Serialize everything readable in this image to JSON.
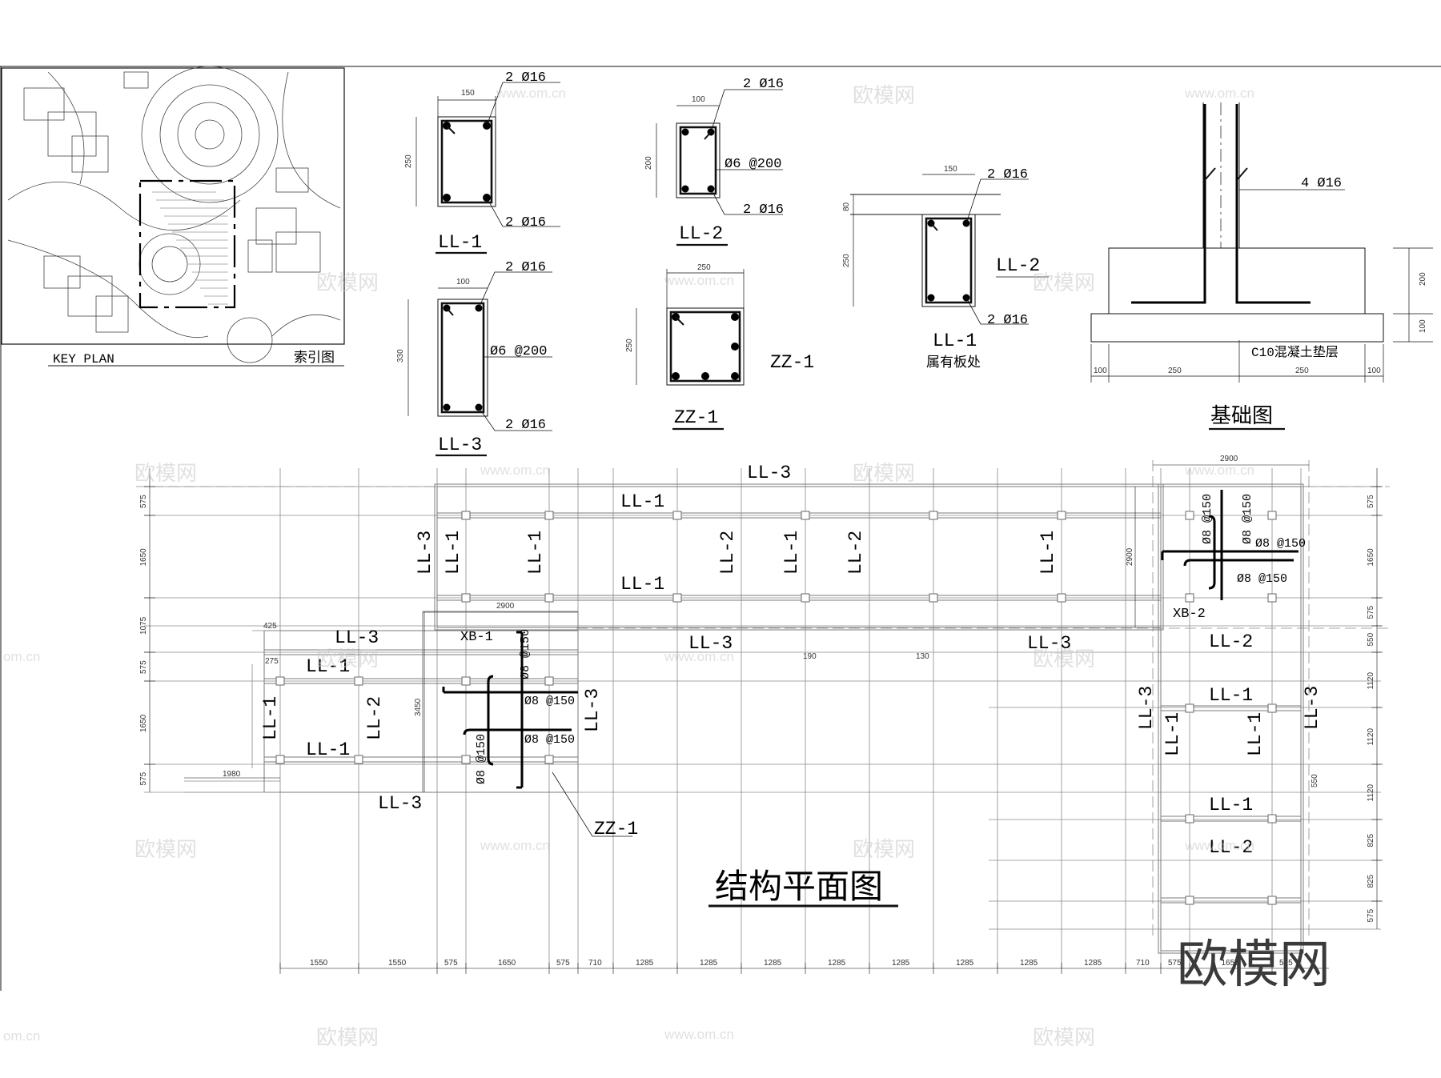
{
  "key_plan": {
    "label": "KEY PLAN",
    "label_cn": "索引图"
  },
  "sections": {
    "ll1": {
      "name": "LL-1",
      "top": "2 Ø16",
      "bottom": "2 Ø16",
      "width": "150",
      "height": "250"
    },
    "ll2": {
      "name": "LL-2",
      "top": "2 Ø16",
      "stirrup": "Ø6 @200",
      "bottom": "2 Ø16",
      "width": "100",
      "height": "200"
    },
    "ll3": {
      "name": "LL-3",
      "top": "2 Ø16",
      "stirrup": "Ø6 @200",
      "bottom": "2 Ø16",
      "width": "100",
      "height": "330"
    },
    "zz1": {
      "name": "ZZ-1",
      "width": "250",
      "height": "250",
      "side_label": "ZZ-1"
    },
    "combo": {
      "width": "150",
      "slab": "80",
      "height": "250",
      "top": "2 Ø16",
      "bottom": "2 Ø16",
      "label_upper": "LL-2",
      "label_lower": "LL-1",
      "note": "属有板处"
    }
  },
  "foundation": {
    "title": "基础图",
    "rebar": "4 Ø16",
    "pad": "C10混凝土垫层",
    "dims_bottom": [
      "100",
      "250",
      "250",
      "100"
    ],
    "dims_right": [
      "200",
      "100"
    ]
  },
  "plan": {
    "title": "结构平面图",
    "dims_bottom": [
      "1550",
      "1550",
      "575",
      "1650",
      "575",
      "710",
      "1285",
      "1285",
      "1285",
      "1285",
      "1285",
      "1285",
      "1285",
      "1285",
      "710",
      "575",
      "1650",
      "575"
    ],
    "dims_left": [
      "575",
      "1650",
      "1075",
      "575",
      "1650",
      "575"
    ],
    "dims_right": [
      "575",
      "1650",
      "575",
      "550",
      "1120",
      "1120",
      "1120",
      "825",
      "825",
      "575"
    ],
    "dim_misc": {
      "top_width": "2900",
      "mid_width": "2900",
      "left_gap": "1980",
      "left_small": "425",
      "left_small2": "275",
      "mid_height": "3450",
      "right_height": "2900",
      "gap1": "190",
      "gap2": "130",
      "right_small": "550"
    },
    "labels": {
      "ll3_top": "LL-3",
      "ll1_row1": "LL-1",
      "ll1_row2": "LL-1",
      "ll3_v1": "LL-3",
      "ll1_v1": "LL-1",
      "ll1_v2": "LL-1",
      "ll2_v1": "LL-2",
      "ll1_v3": "LL-1",
      "ll2_v2": "LL-2",
      "ll1_v4": "LL-1",
      "ll3_h1": "LL-3",
      "ll3_h2": "LL-3",
      "ll3_left": "LL-3",
      "ll1_left1": "LL-1",
      "ll1_left2": "LL-1",
      "ll1_left_v": "LL-1",
      "ll2_left_v": "LL-2",
      "ll3_left_bottom": "LL-3",
      "ll3_mid_v": "LL-3",
      "xb1": "XB-1",
      "xb2": "XB-2",
      "zz1": "ZZ-1",
      "r_ll2_1": "LL-2",
      "r_ll1_1": "LL-1",
      "r_ll1_2": "LL-1",
      "r_ll2_2": "LL-2",
      "r_ll3_v1": "LL-3",
      "r_ll1_v1": "LL-1",
      "r_ll1_v2": "LL-1",
      "r_ll3_v2": "LL-3"
    },
    "rebar_labels": {
      "xb1_a": "Ø8 @150",
      "xb1_b": "Ø8 @150",
      "xb1_c": "Ø8 @150",
      "xb1_d": "Ø8 @150",
      "xb2_a": "Ø8 @150",
      "xb2_b": "Ø8 @150",
      "xb2_c": "Ø8 @150",
      "xb2_d": "Ø8 @150"
    }
  },
  "watermark": {
    "brand": "欧模网",
    "site": "www.om.cn",
    "site_short": "om.cn"
  }
}
